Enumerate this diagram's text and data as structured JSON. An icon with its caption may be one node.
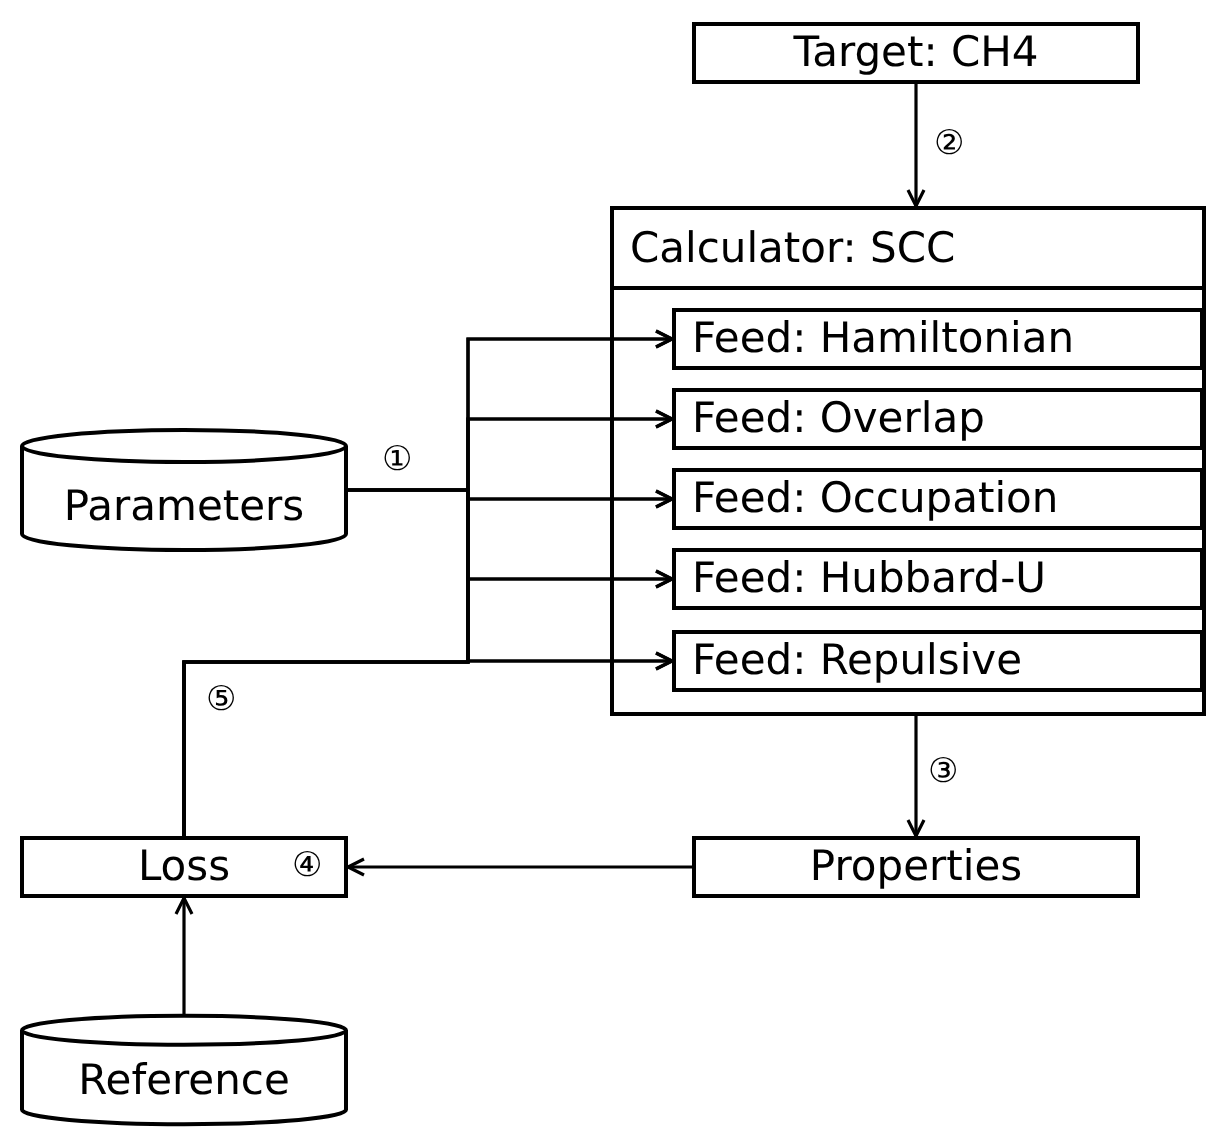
{
  "diagram": {
    "nodes": [
      {
        "text": [
          "Target: CH4"
        ]
      },
      {
        "text": [
          "Calculator: SCC"
        ]
      },
      {
        "text": [
          "Feed: Hamiltonian"
        ],
        "in": 1
      },
      {
        "text": [
          "Feed: Overlap"
        ],
        "in": 1
      },
      {
        "text": [
          "Feed: Occupation"
        ],
        "in": 1
      },
      {
        "text": [
          "Feed: Hubbard-U"
        ],
        "in": 1
      },
      {
        "text": [
          "Feed: Repulsive"
        ],
        "in": 1
      },
      {
        "text": [
          "Parameters"
        ]
      },
      {
        "text": [
          "Loss"
        ]
      },
      {
        "text": [
          "Properties"
        ]
      },
      {
        "text": [
          "Reference"
        ]
      }
    ],
    "edges": [
      {
        "from": 7,
        "to": 2,
        "arrow": "to"
      },
      {
        "from": 7,
        "to": 3,
        "arrow": "to"
      },
      {
        "from": 7,
        "to": 4,
        "arrow": "to",
        "label": "①"
      },
      {
        "from": 7,
        "to": 5,
        "arrow": "to"
      },
      {
        "from": 7,
        "to": 6,
        "arrow": "to"
      },
      {
        "from": 8,
        "to": 2,
        "arrow": "to"
      },
      {
        "from": 8,
        "to": 3,
        "arrow": "to"
      },
      {
        "from": 8,
        "to": 4,
        "arrow": "to"
      },
      {
        "from": 8,
        "to": 5,
        "arrow": "to"
      },
      {
        "from": 8,
        "to": 6,
        "arrow": "to",
        "label": "⑤"
      },
      {
        "from": 0,
        "to": 1,
        "arrow": "to",
        "label": "②"
      },
      {
        "from": 1,
        "to": 9,
        "arrow": "to",
        "label": "③"
      },
      {
        "from": 9,
        "to": 8,
        "arrow": "to",
        "label": "④"
      },
      {
        "from": 10,
        "to": 8,
        "arrow": "to"
      }
    ]
  }
}
